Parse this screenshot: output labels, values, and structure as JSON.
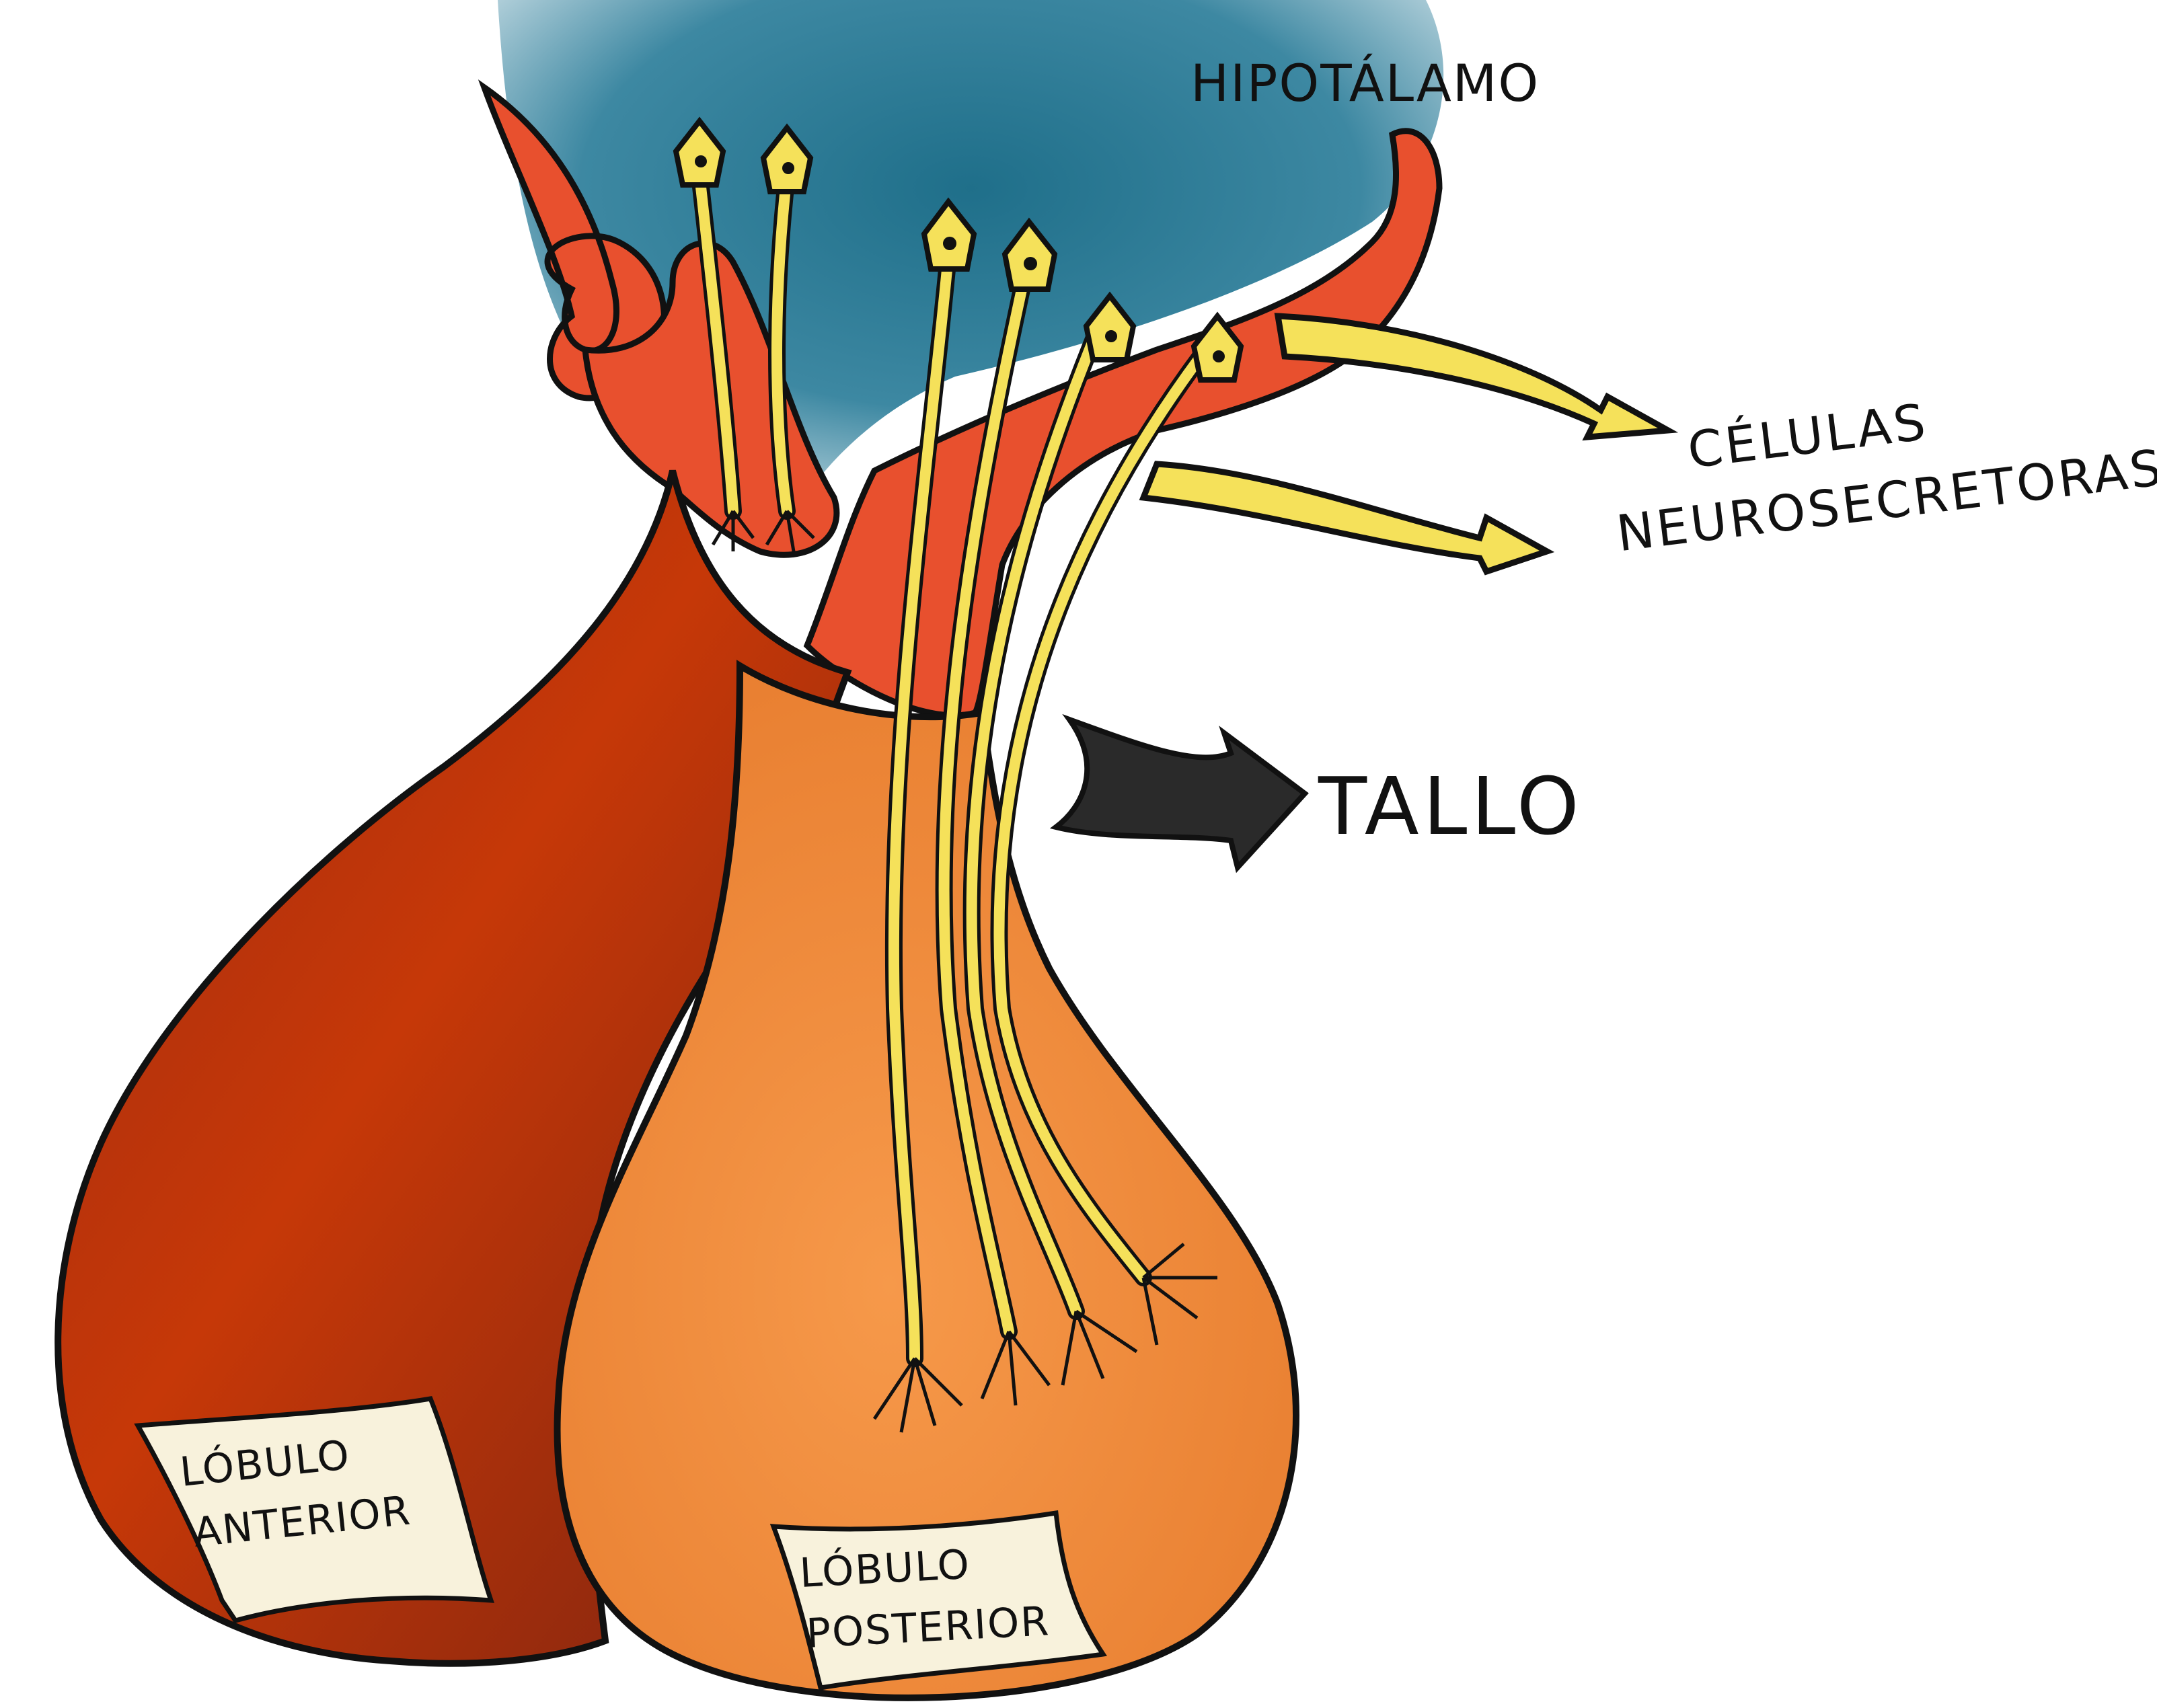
{
  "diagram": {
    "labels": {
      "hypothalamus": "HIPOTÁLAMO",
      "neurosecretory_line1": "CÉLULAS",
      "neurosecretory_line2": "NEUROSECRETORAS",
      "stalk": "TALLO",
      "anterior_line1": "LÓBULO",
      "anterior_line2": "ANTERIOR",
      "posterior_line1": "LÓBULO",
      "posterior_line2": "POSTERIOR"
    },
    "colors": {
      "hypothalamus": "#2f7f99",
      "anterior_lobe": "#b8300a",
      "posterior_lobe": "#f08a3c",
      "portal_vessels": "#e8502e",
      "neurons": "#f5e15a",
      "stalk_arrow": "#2a2a2a",
      "note_paper": "#f8f2dc",
      "outline": "#111111"
    }
  }
}
